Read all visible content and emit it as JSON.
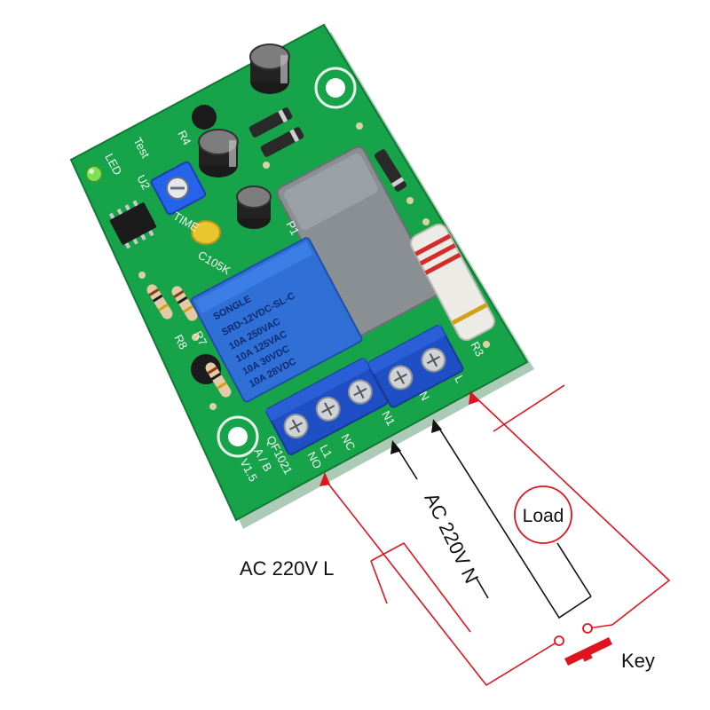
{
  "labels": {
    "ac_l": "AC 220V L",
    "ac_n": "AC 220V N",
    "load": "Load",
    "key": "Key"
  },
  "board": {
    "model": "QF1021",
    "revision": "A / B",
    "version": "V1.5",
    "led_label": "LED",
    "test_label": "Test",
    "time_label": "TIME",
    "cap_label": "C105K",
    "terminal_left": [
      "NO",
      "L1",
      "NC"
    ],
    "terminal_right": [
      "N1",
      "N",
      "L"
    ],
    "refs": {
      "r3": "R3",
      "r8": "R8",
      "r7": "R7",
      "r4": "R4",
      "u2": "U2",
      "p1": "P1"
    }
  },
  "relay": {
    "brand": "SONGLE",
    "model": "SRD-12VDC-SL-C",
    "rating_1": "10A 250VAC",
    "rating_2": "10A 125VAC",
    "rating_3": "10A 30VDC",
    "rating_4": "10A 28VDC"
  },
  "colors": {
    "wire_red": "#e0141e",
    "wire_black": "#111111",
    "pcb_green": "#16a34a",
    "relay_blue": "#2f6fd6",
    "terminal_blue": "#1f4fc4",
    "capacitor_gray": "#8a8f94",
    "key_red": "#e0141e"
  }
}
